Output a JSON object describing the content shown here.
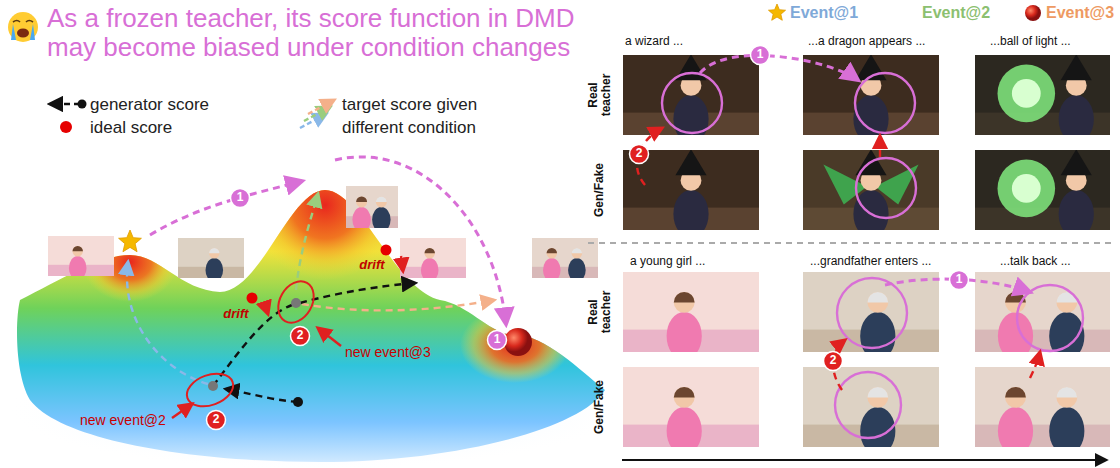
{
  "diagram": {
    "title": "As a frozen teacher, its score function in DMD may become biased under condition changes",
    "labels": [
      "drift",
      "drift",
      "new event@2",
      "new event@3",
      "1",
      "1",
      "2",
      "2",
      "Event@1",
      "Event@2",
      "Event@3",
      "a wizard ...",
      "...a dragon appears ...",
      "...ball of light ...",
      "Real teacher",
      "Gen/Fake",
      "1",
      "2",
      "a young girl ...",
      "...grandfather enters ...",
      "...talk back ...",
      "Real teacher",
      "Gen/Fake",
      "1",
      "2"
    ],
    "legend": [
      {
        "text": "generator score"
      },
      {
        "text": "ideal score",
        "color": "#e60000"
      },
      {
        "text": "target score given different condition"
      }
    ]
  }
}
